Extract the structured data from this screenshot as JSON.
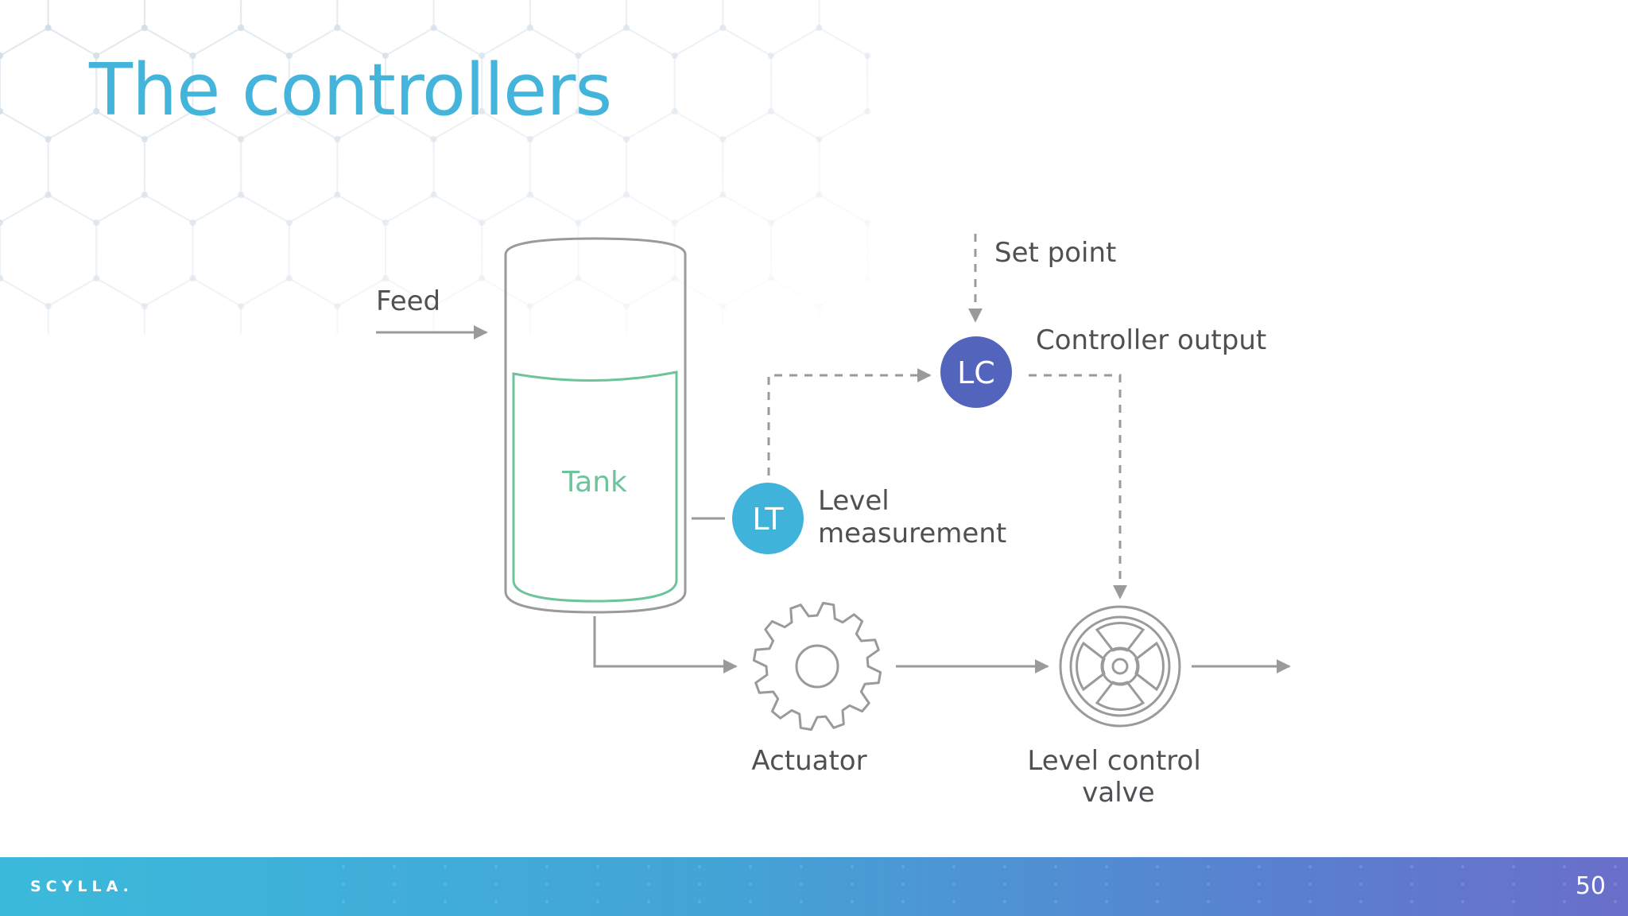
{
  "slide": {
    "title": "The controllers",
    "page_number": "50"
  },
  "brand": {
    "logo_text": "SCYLLA."
  },
  "diagram": {
    "feed_label": "Feed",
    "tank_label": "Tank",
    "set_point_label": "Set point",
    "controller_output_label": "Controller output",
    "lc_label": "LC",
    "lt_label": "LT",
    "level_measurement_label": [
      "Level",
      "measurement"
    ],
    "actuator_label": "Actuator",
    "valve_label": [
      "Level control",
      "valve"
    ]
  },
  "colors": {
    "title": "#45b4da",
    "lt_circle": "#3fb3d9",
    "lc_circle": "#5364bc",
    "tank_liquid_outline": "#6cc49a",
    "tank_outline": "#9a9a9a",
    "line": "#9a9a9a",
    "footer_start": "#3bbadb",
    "footer_end": "#6a6fc9"
  }
}
